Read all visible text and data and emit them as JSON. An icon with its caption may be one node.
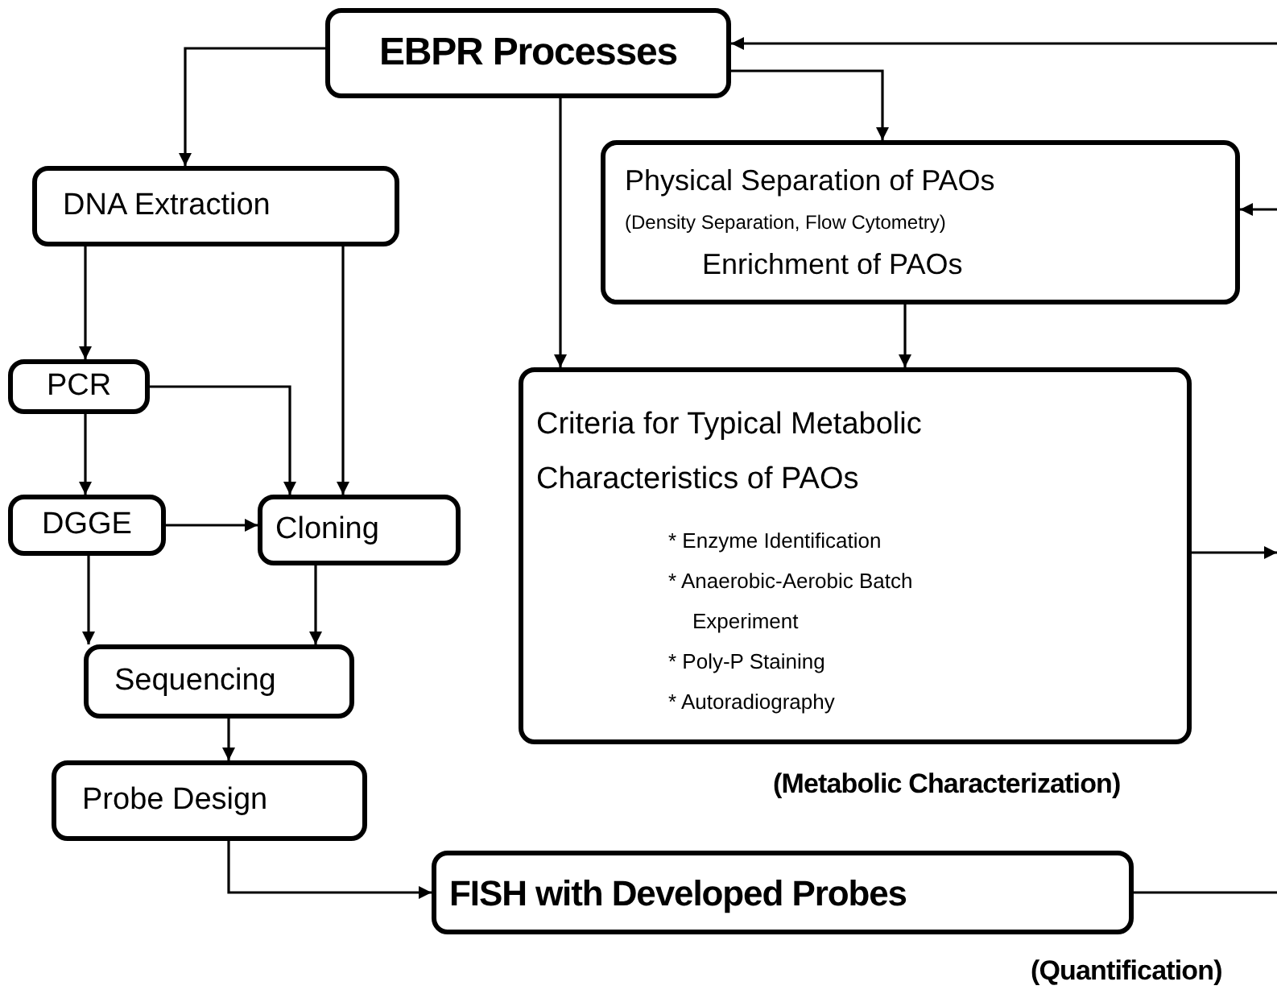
{
  "diagram": {
    "nodes": [
      {
        "text": [
          "EBPR Processes"
        ]
      },
      {
        "text": [
          "DNA Extraction"
        ]
      },
      {
        "text": [
          "Physical Separation of PAOs",
          "(Density Separation, Flow Cytometry)",
          "Enrichment of PAOs"
        ]
      },
      {
        "text": [
          "PCR"
        ]
      },
      {
        "text": [
          "Criteria for Typical Metabolic Characteristics of PAOs",
          "* Enzyme Identification",
          "* Anaerobic-Aerobic Batch Experiment",
          "* Poly-P Staining",
          "* Autoradiography"
        ],
        "beside": [
          "(Metabolic Characterization)"
        ]
      },
      {
        "text": [
          "DGGE"
        ]
      },
      {
        "text": [
          "Cloning"
        ]
      },
      {
        "text": [
          "Sequencing"
        ]
      },
      {
        "text": [
          "Probe Design"
        ]
      },
      {
        "text": [
          "FISH with Developed Probes"
        ],
        "beside": [
          "(Quantification)"
        ]
      }
    ],
    "edges": [
      {
        "from": 0,
        "to": 1,
        "arrow": "to"
      },
      {
        "from": 0,
        "to": 4,
        "arrow": "to"
      },
      {
        "from": 0,
        "to": 2,
        "arrow": "to"
      },
      {
        "from": null,
        "to": 0,
        "arrow": "to"
      },
      {
        "from": null,
        "to": 2,
        "arrow": "to"
      },
      {
        "from": 2,
        "to": 4,
        "arrow": "to"
      },
      {
        "from": 1,
        "to": 3,
        "arrow": "to"
      },
      {
        "from": 1,
        "to": 6,
        "arrow": "to"
      },
      {
        "from": 3,
        "to": 6,
        "arrow": "to"
      },
      {
        "from": 3,
        "to": 5,
        "arrow": "to"
      },
      {
        "from": 5,
        "to": 6,
        "arrow": "to"
      },
      {
        "from": 5,
        "to": 7,
        "arrow": "to"
      },
      {
        "from": 6,
        "to": 7,
        "arrow": "to"
      },
      {
        "from": 7,
        "to": 8,
        "arrow": "to"
      },
      {
        "from": 8,
        "to": 9,
        "arrow": "to"
      },
      {
        "from": 4,
        "to": null,
        "arrow": "to"
      },
      {
        "from": 9,
        "to": null,
        "arrow": "none"
      }
    ]
  }
}
